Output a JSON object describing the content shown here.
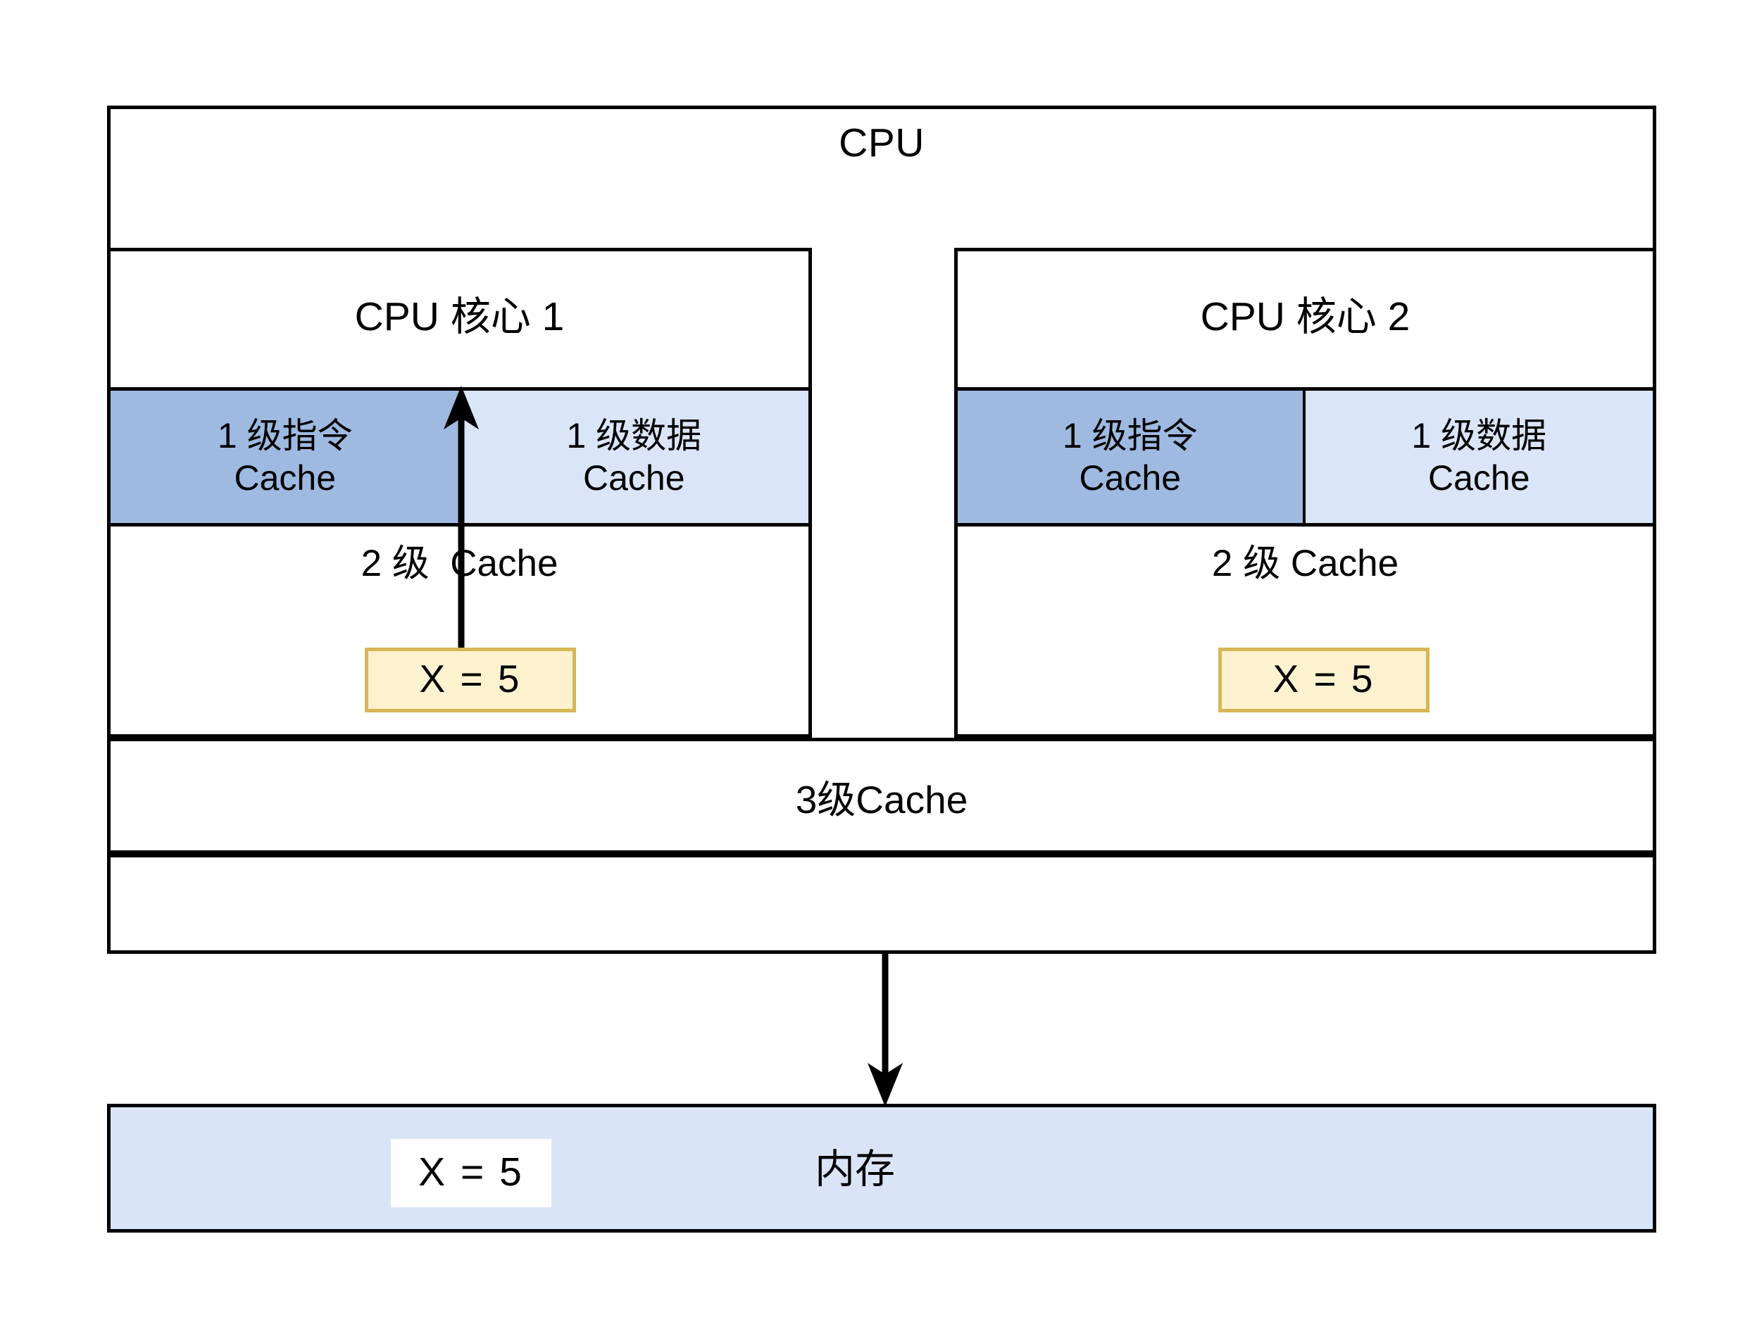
{
  "diagram": {
    "title": "CPU Cache Hierarchy with Memory",
    "cpu": {
      "label": "CPU",
      "cores": [
        {
          "title": "CPU 核心 1",
          "l1_instruction": {
            "line1": "1 级指令",
            "line2": "Cache"
          },
          "l1_data": {
            "line1": "1 级数据",
            "line2": "Cache"
          },
          "l2_label": "2 级  Cache",
          "value_chip": "X =  5"
        },
        {
          "title": "CPU 核心 2",
          "l1_instruction": {
            "line1": "1 级指令",
            "line2": "Cache"
          },
          "l1_data": {
            "line1": "1 级数据",
            "line2": "Cache"
          },
          "l2_label": "2 级 Cache",
          "value_chip": "X =  5"
        }
      ],
      "l3_label": "3级Cache"
    },
    "memory": {
      "label": "内存",
      "value_chip": "X =  5"
    },
    "colors": {
      "l1_instruction_fill": "#9EBAE1",
      "l1_data_fill": "#DAE5F7",
      "value_chip_fill": "#FCF2D0",
      "value_chip_stroke": "#D6B656",
      "memory_fill": "#D9E5F7",
      "stroke": "#000000"
    },
    "arrows": [
      {
        "name": "l2-to-l1-instruction",
        "direction": "up",
        "from": "core1 L2 X=5 chip",
        "to": "core1 L1 cache top"
      },
      {
        "name": "cpu-to-memory",
        "direction": "down",
        "from": "CPU bottom",
        "to": "memory top"
      }
    ]
  }
}
